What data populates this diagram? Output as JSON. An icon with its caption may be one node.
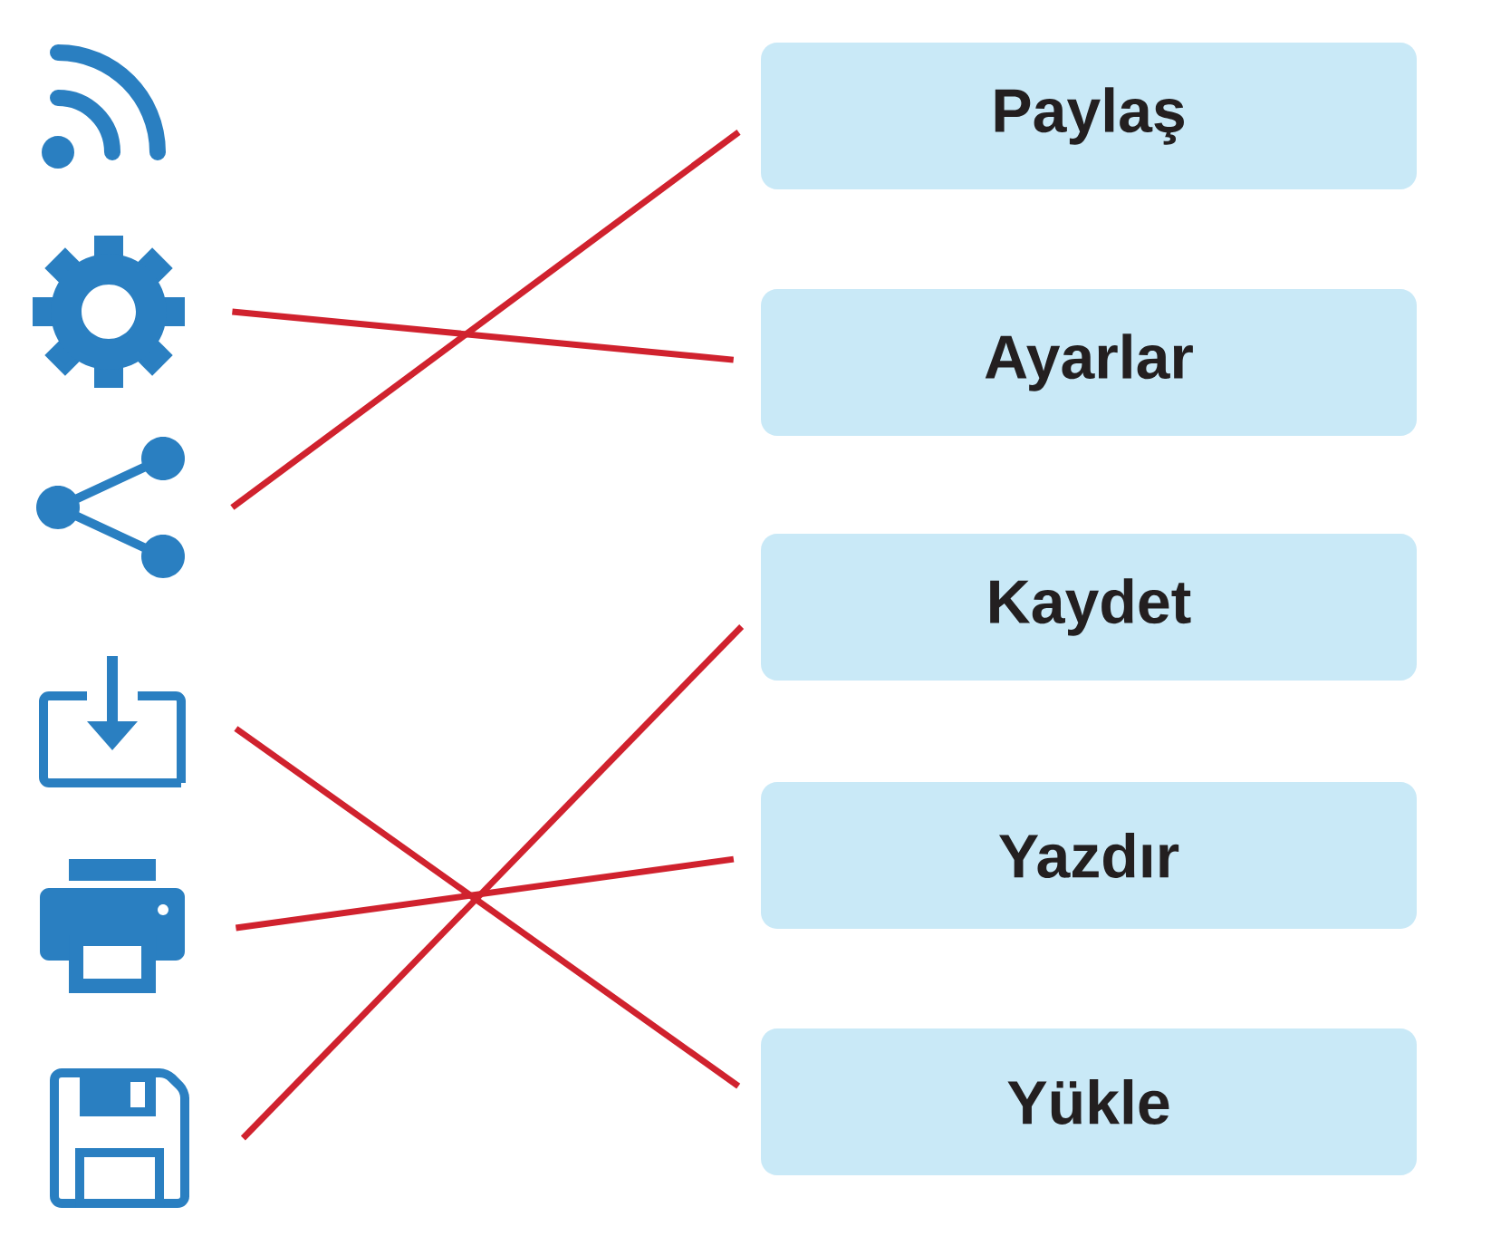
{
  "diagram": {
    "nodes": [
      {
        "text": [],
        "shape": "picture"
      },
      {
        "text": [],
        "shape": "picture"
      },
      {
        "text": [],
        "shape": "picture"
      },
      {
        "text": [],
        "shape": "picture"
      },
      {
        "text": [],
        "shape": "picture"
      },
      {
        "text": [],
        "shape": "picture"
      },
      {
        "text": [
          "Paylaş"
        ]
      },
      {
        "text": [
          "Ayarlar"
        ]
      },
      {
        "text": [
          "Kaydet"
        ]
      },
      {
        "text": [
          "Yazdır"
        ]
      },
      {
        "text": [
          "Yükle"
        ]
      }
    ],
    "edges": [
      {
        "from": 1,
        "to": 7,
        "arrow": "none"
      },
      {
        "from": 2,
        "to": 6,
        "arrow": "none"
      },
      {
        "from": 3,
        "to": 10,
        "arrow": "none"
      },
      {
        "from": 4,
        "to": 9,
        "arrow": "none"
      },
      {
        "from": 5,
        "to": 8,
        "arrow": "none"
      }
    ]
  }
}
